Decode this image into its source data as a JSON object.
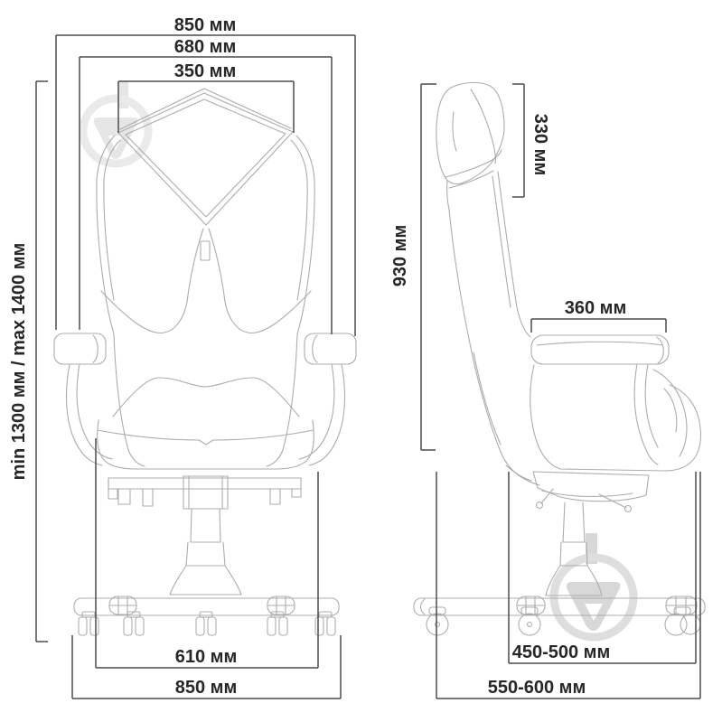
{
  "diagram": {
    "type": "chair dimension drawing",
    "units": "мм",
    "front_view": {
      "dims": {
        "top_overall": "850 мм",
        "back_width": "680 мм",
        "headrest_width": "350 мм",
        "height_range": "min 1300 мм / max 1400 мм",
        "base_inner": "610 мм",
        "base_overall": "850 мм"
      }
    },
    "side_view": {
      "dims": {
        "backrest_height": "930 мм",
        "headrest_height": "330 мм",
        "armrest_length": "360 мм",
        "base_inner": "450-500 мм",
        "base_overall": "550-600 мм"
      }
    },
    "colors": {
      "background": "#ffffff",
      "chair_outline": "#a9adb0",
      "dimension_lines": "#4c4c4e",
      "dimension_text": "#272727",
      "watermark": "#d2d2d2"
    },
    "watermark_name": "store-logo-watermark"
  }
}
